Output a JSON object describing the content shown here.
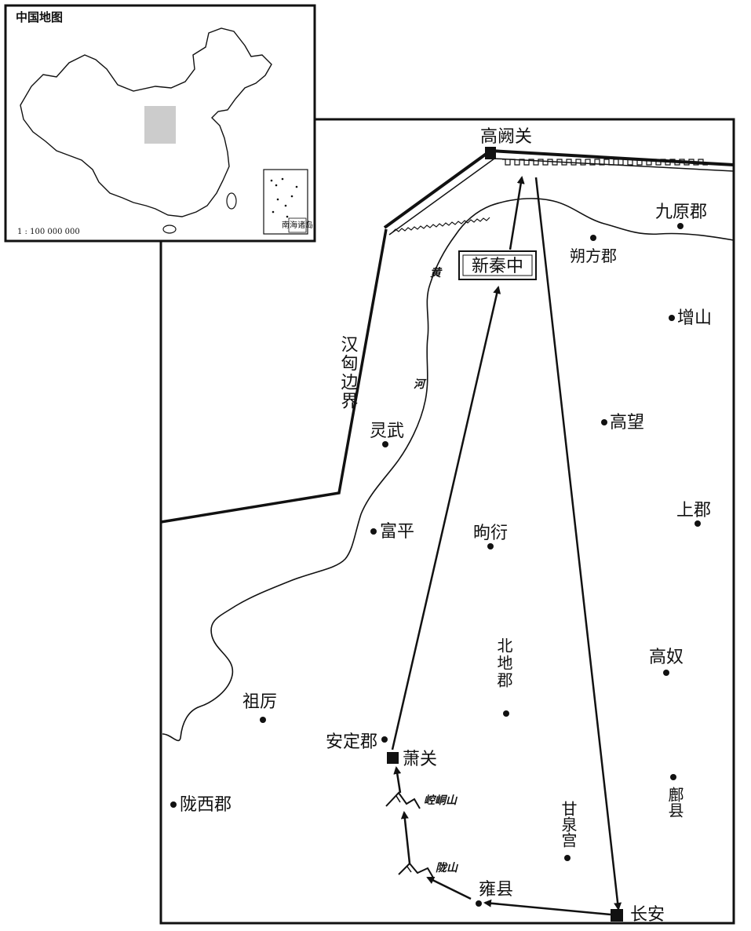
{
  "inset": {
    "title": "中国地图",
    "scale": "1 : 100 000 000",
    "south_sea_label": "南海诸岛"
  },
  "places": {
    "gaoque": "高阙关",
    "jiuyuan": "九原郡",
    "shuofang": "朔方郡",
    "zengshan": "增山",
    "gaowang": "高望",
    "shangjun": "上郡",
    "lingwu": "灵武",
    "fuping": "富平",
    "xuyan": "昫衍",
    "beidi": "北地郡",
    "gaonu": "高奴",
    "zuli": "祖厉",
    "anding": "安定郡",
    "xiaoguan": "萧关",
    "longxi": "陇西郡",
    "fuxian": "鄜县",
    "ganquan": "甘泉宫",
    "yongxian": "雍县",
    "changan": "长安"
  },
  "mountains": {
    "kongtong": "崆峒山",
    "longshan": "陇山"
  },
  "features": {
    "xinqin": "新秦中",
    "border": "汉匈边界",
    "river": [
      "黄",
      "河"
    ]
  },
  "colors": {
    "ink": "#111111",
    "shaded_region": "#cccccc",
    "background": "#ffffff"
  }
}
